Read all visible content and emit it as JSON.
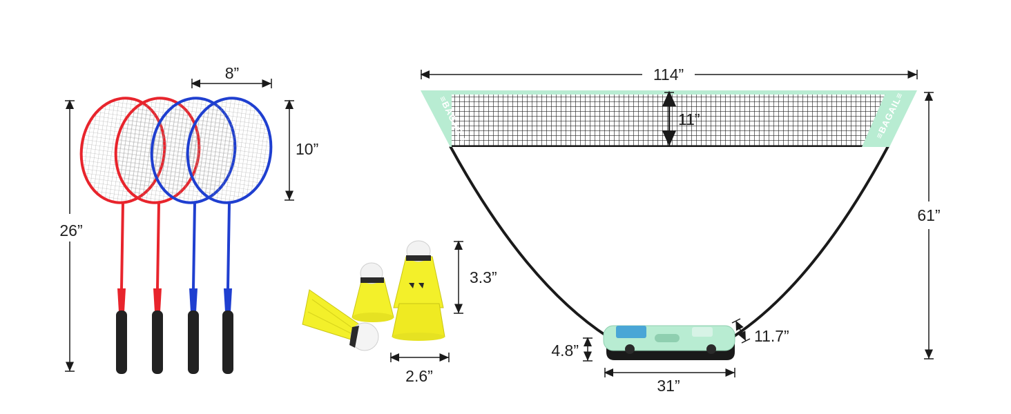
{
  "colors": {
    "racket_red": "#e8242c",
    "racket_blue": "#1f3fd0",
    "grip": "#222222",
    "net_mint": "#b8ecd2",
    "shuttle_yellow": "#f3f02a",
    "dimension_line": "#1a1a1a"
  },
  "rackets": {
    "count": 4,
    "colors": [
      "red",
      "red",
      "blue",
      "blue"
    ],
    "head_width": "8”",
    "head_height": "10”",
    "total_length": "26”"
  },
  "shuttlecocks": {
    "count": 4,
    "height": "3.3”",
    "width": "2.6”"
  },
  "net": {
    "width": "114”",
    "net_height": "11”",
    "total_height": "61”",
    "brand_left": "≡BAGAIL≡",
    "brand_right": "≡BAGAIL≡"
  },
  "base": {
    "width": "31”",
    "height": "4.8”",
    "depth": "11.7”"
  }
}
